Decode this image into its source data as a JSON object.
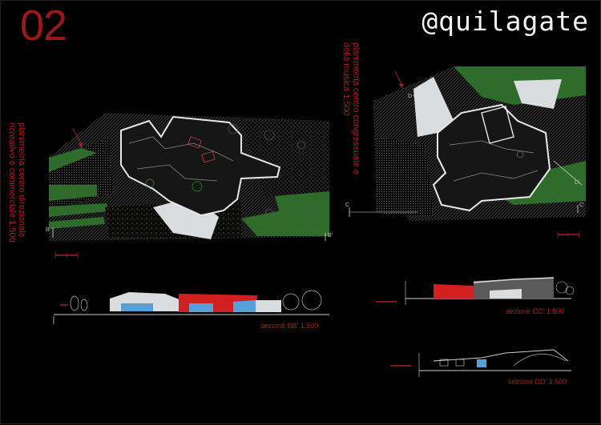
{
  "sheet": {
    "number": "02",
    "brand": "@quilagate"
  },
  "plans": {
    "left_title": "planimetria centro direzionale\nricreativo e commerciale 1:500",
    "right_title": "planimetria centro congressuale e\ndella musica 1:500"
  },
  "sections": {
    "bb": "sezione BB' 1:500",
    "cc": "sezione CC' 1:500",
    "dd": "sezione DD' 1:500"
  },
  "markers": {
    "b": "B",
    "b_prime": "B'",
    "c": "C",
    "c_prime": "C'",
    "d": "D",
    "d_prime": "D'"
  },
  "colors": {
    "accent_red": "#b01818",
    "number_red": "#9a1818",
    "green_area": "#2f6b2a",
    "building_white": "#d9dde0",
    "facade_red": "#d21f1f",
    "facade_blue": "#5aa0d8"
  }
}
